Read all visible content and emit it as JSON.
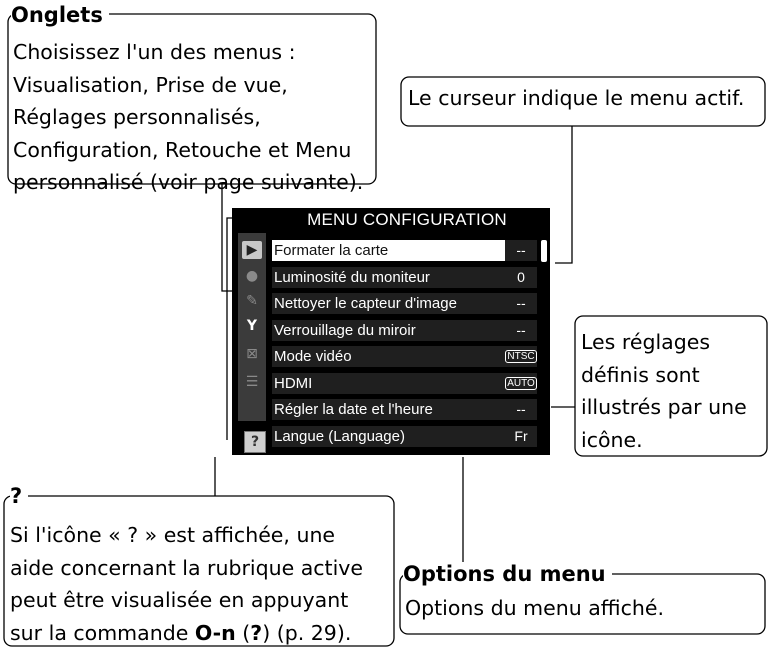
{
  "callouts": {
    "onglets": {
      "title": "Onglets",
      "lines": [
        "Choisissez l'un des menus :",
        "Visualisation, Prise de vue,",
        "Réglages personnalisés,",
        "Configuration, Retouche et Menu",
        "personnalisé (voir page suivante)."
      ]
    },
    "cursor": {
      "text": "Le curseur indique le menu actif."
    },
    "reglages": {
      "lines": [
        "Les réglages",
        "définis sont",
        "illustrés par une",
        "icône."
      ]
    },
    "options": {
      "title": "Options du menu",
      "text": "Options du menu affiché."
    },
    "help": {
      "title": "?",
      "line1": "Si l'icône « ? » est affichée, une",
      "line2": "aide concernant la rubrique active",
      "line3": "peut être visualisée en appuyant",
      "line4_pre": "sur la commande ",
      "key_symbol": "O-n",
      "line4_mid": " (",
      "line4_q": "?",
      "line4_post": ") (p. 29)."
    }
  },
  "camera_screen": {
    "menu_title": "MENU CONFIGURATION",
    "help_button": "?",
    "tabs": [
      {
        "name": "play-tab-icon",
        "glyph": "▶"
      },
      {
        "name": "shoot-tab-icon",
        "glyph": "●"
      },
      {
        "name": "custom-tab-icon",
        "glyph": "✎"
      },
      {
        "name": "setup-tab-icon",
        "glyph": "Y"
      },
      {
        "name": "retouch-tab-icon",
        "glyph": "⊠"
      },
      {
        "name": "my-menu-tab-icon",
        "glyph": "☰"
      }
    ],
    "items": [
      {
        "label": "Formater la carte",
        "value": "--",
        "selected": true
      },
      {
        "label": "Luminosité du moniteur",
        "value": "0"
      },
      {
        "label": "Nettoyer le capteur d'image",
        "value": "--"
      },
      {
        "label": "Verrouillage du miroir",
        "value": "--"
      },
      {
        "label": "Mode vidéo",
        "value": "NTSC",
        "icon": true
      },
      {
        "label": "HDMI",
        "value": "AUTO",
        "icon": true
      },
      {
        "label": "Régler la date et l'heure",
        "value": "--"
      },
      {
        "label": "Langue (Language)",
        "value": "Fr"
      }
    ]
  }
}
